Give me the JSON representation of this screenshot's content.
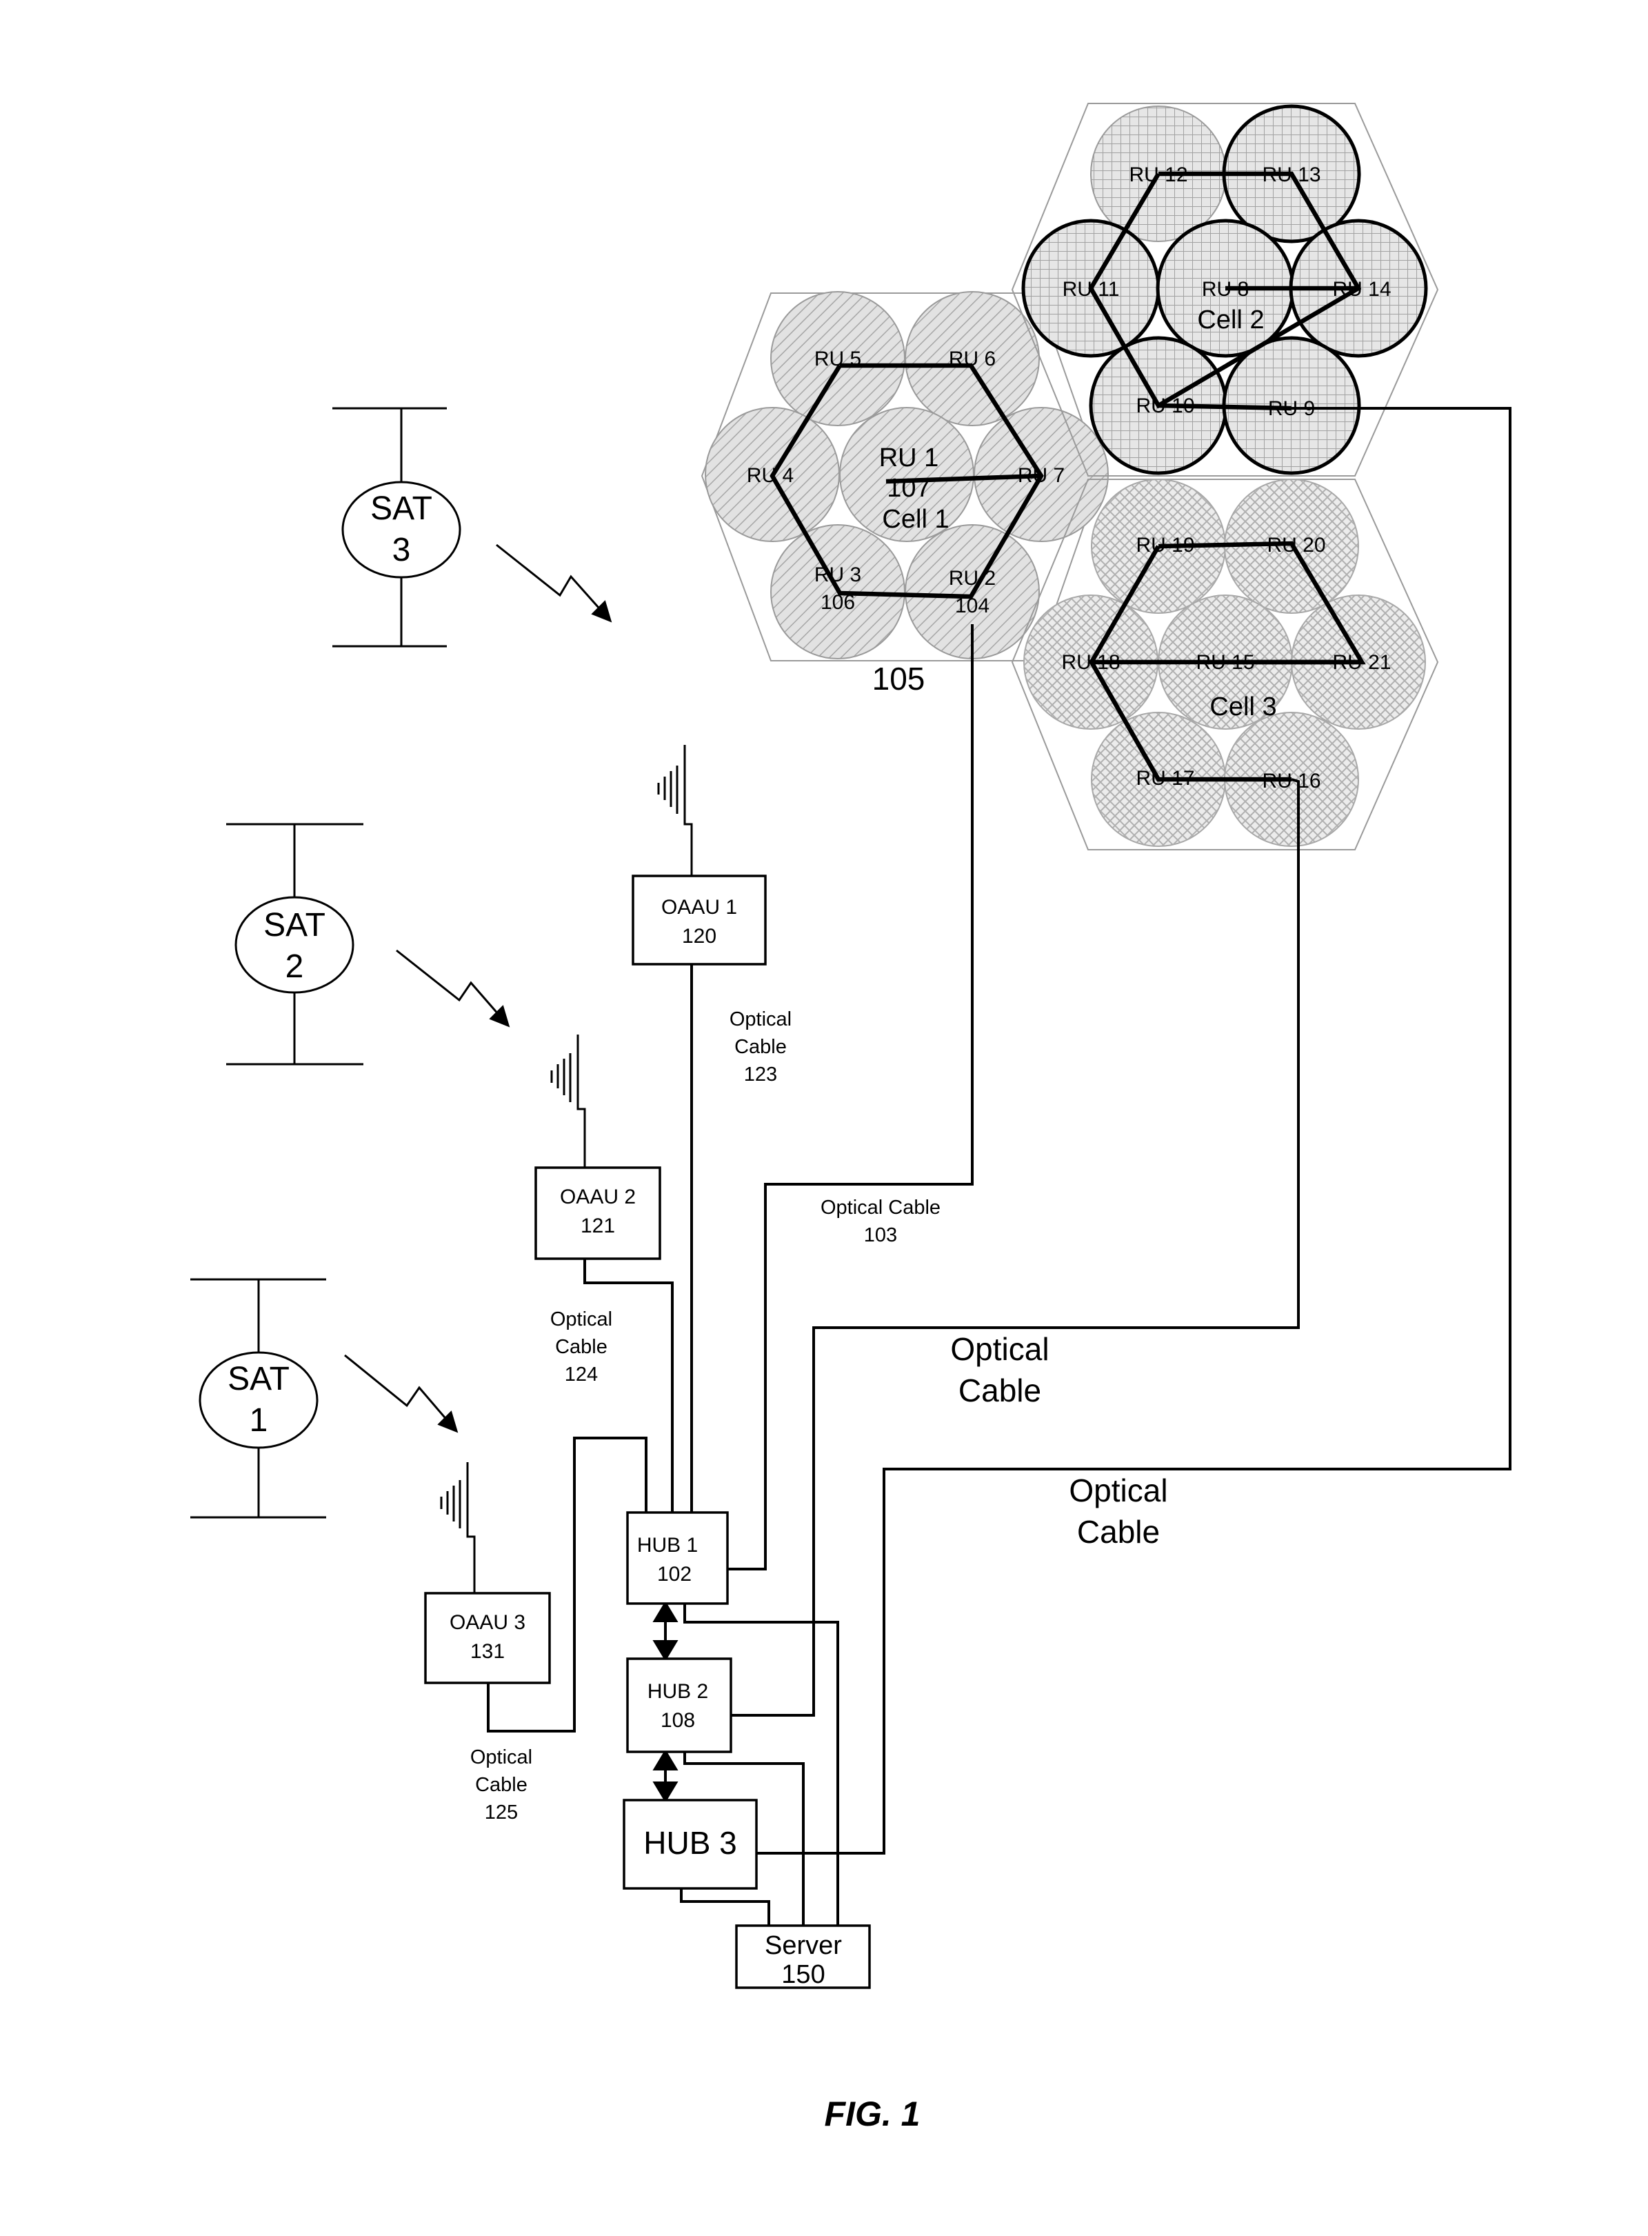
{
  "figure": {
    "caption": "FIG. 1"
  },
  "satellites": [
    {
      "id": "sat3",
      "lines": [
        "SAT",
        "3"
      ]
    },
    {
      "id": "sat2",
      "lines": [
        "SAT",
        "2"
      ]
    },
    {
      "id": "sat1",
      "lines": [
        "SAT",
        "1"
      ]
    }
  ],
  "oaaus": [
    {
      "id": "oaau1",
      "lines": [
        "OAAU 1",
        "120"
      ]
    },
    {
      "id": "oaau2",
      "lines": [
        "OAAU 2",
        "121"
      ]
    },
    {
      "id": "oaau3",
      "lines": [
        "OAAU 3",
        "131"
      ]
    }
  ],
  "hubs": [
    {
      "id": "hub1",
      "lines": [
        "HUB 1",
        "102"
      ]
    },
    {
      "id": "hub2",
      "lines": [
        "HUB 2",
        "108"
      ]
    },
    {
      "id": "hub3",
      "lines": [
        "HUB 3"
      ]
    }
  ],
  "server": {
    "lines": [
      "Server",
      "150"
    ]
  },
  "cables": [
    {
      "id": "cable123",
      "lines": [
        "Optical",
        "Cable",
        "123"
      ]
    },
    {
      "id": "cable103",
      "lines": [
        "Optical Cable",
        "103"
      ]
    },
    {
      "id": "cable124",
      "lines": [
        "Optical",
        "Cable",
        "124"
      ]
    },
    {
      "id": "cable125",
      "lines": [
        "Optical",
        "Cable",
        "125"
      ]
    },
    {
      "id": "cable-big-1",
      "lines": [
        "Optical",
        "Cable"
      ]
    },
    {
      "id": "cable-big-2",
      "lines": [
        "Optical",
        "Cable"
      ]
    }
  ],
  "cells": {
    "cell1": {
      "label": "Cell 1",
      "ref": "105"
    },
    "cell2": {
      "label": "Cell 2"
    },
    "cell3": {
      "label": "Cell 3"
    }
  },
  "rus": [
    {
      "id": "ru1",
      "lines": [
        "RU 1",
        "107"
      ]
    },
    {
      "id": "ru2",
      "lines": [
        "RU 2",
        "104"
      ]
    },
    {
      "id": "ru3",
      "lines": [
        "RU 3",
        "106"
      ]
    },
    {
      "id": "ru4",
      "lines": [
        "RU 4"
      ]
    },
    {
      "id": "ru5",
      "lines": [
        "RU 5"
      ]
    },
    {
      "id": "ru6",
      "lines": [
        "RU 6"
      ]
    },
    {
      "id": "ru7",
      "lines": [
        "RU 7"
      ]
    },
    {
      "id": "ru8",
      "lines": [
        "RU 8"
      ]
    },
    {
      "id": "ru9",
      "lines": [
        "RU 9"
      ]
    },
    {
      "id": "ru10",
      "lines": [
        "RU 10"
      ]
    },
    {
      "id": "ru11",
      "lines": [
        "RU 11"
      ]
    },
    {
      "id": "ru12",
      "lines": [
        "RU 12"
      ]
    },
    {
      "id": "ru13",
      "lines": [
        "RU 13"
      ]
    },
    {
      "id": "ru14",
      "lines": [
        "RU 14"
      ]
    },
    {
      "id": "ru15",
      "lines": [
        "RU 15"
      ]
    },
    {
      "id": "ru16",
      "lines": [
        "RU 16"
      ]
    },
    {
      "id": "ru17",
      "lines": [
        "RU 17"
      ]
    },
    {
      "id": "ru18",
      "lines": [
        "RU 18"
      ]
    },
    {
      "id": "ru19",
      "lines": [
        "RU 19"
      ]
    },
    {
      "id": "ru20",
      "lines": [
        "RU 20"
      ]
    },
    {
      "id": "ru21",
      "lines": [
        "RU 21"
      ]
    }
  ],
  "colors": {
    "line": "#000000",
    "background": "#ffffff",
    "cell_fill": "#d7d7d7",
    "cell_hatch": "#9a9a9a",
    "hex_outline": "#9a9a9a"
  }
}
